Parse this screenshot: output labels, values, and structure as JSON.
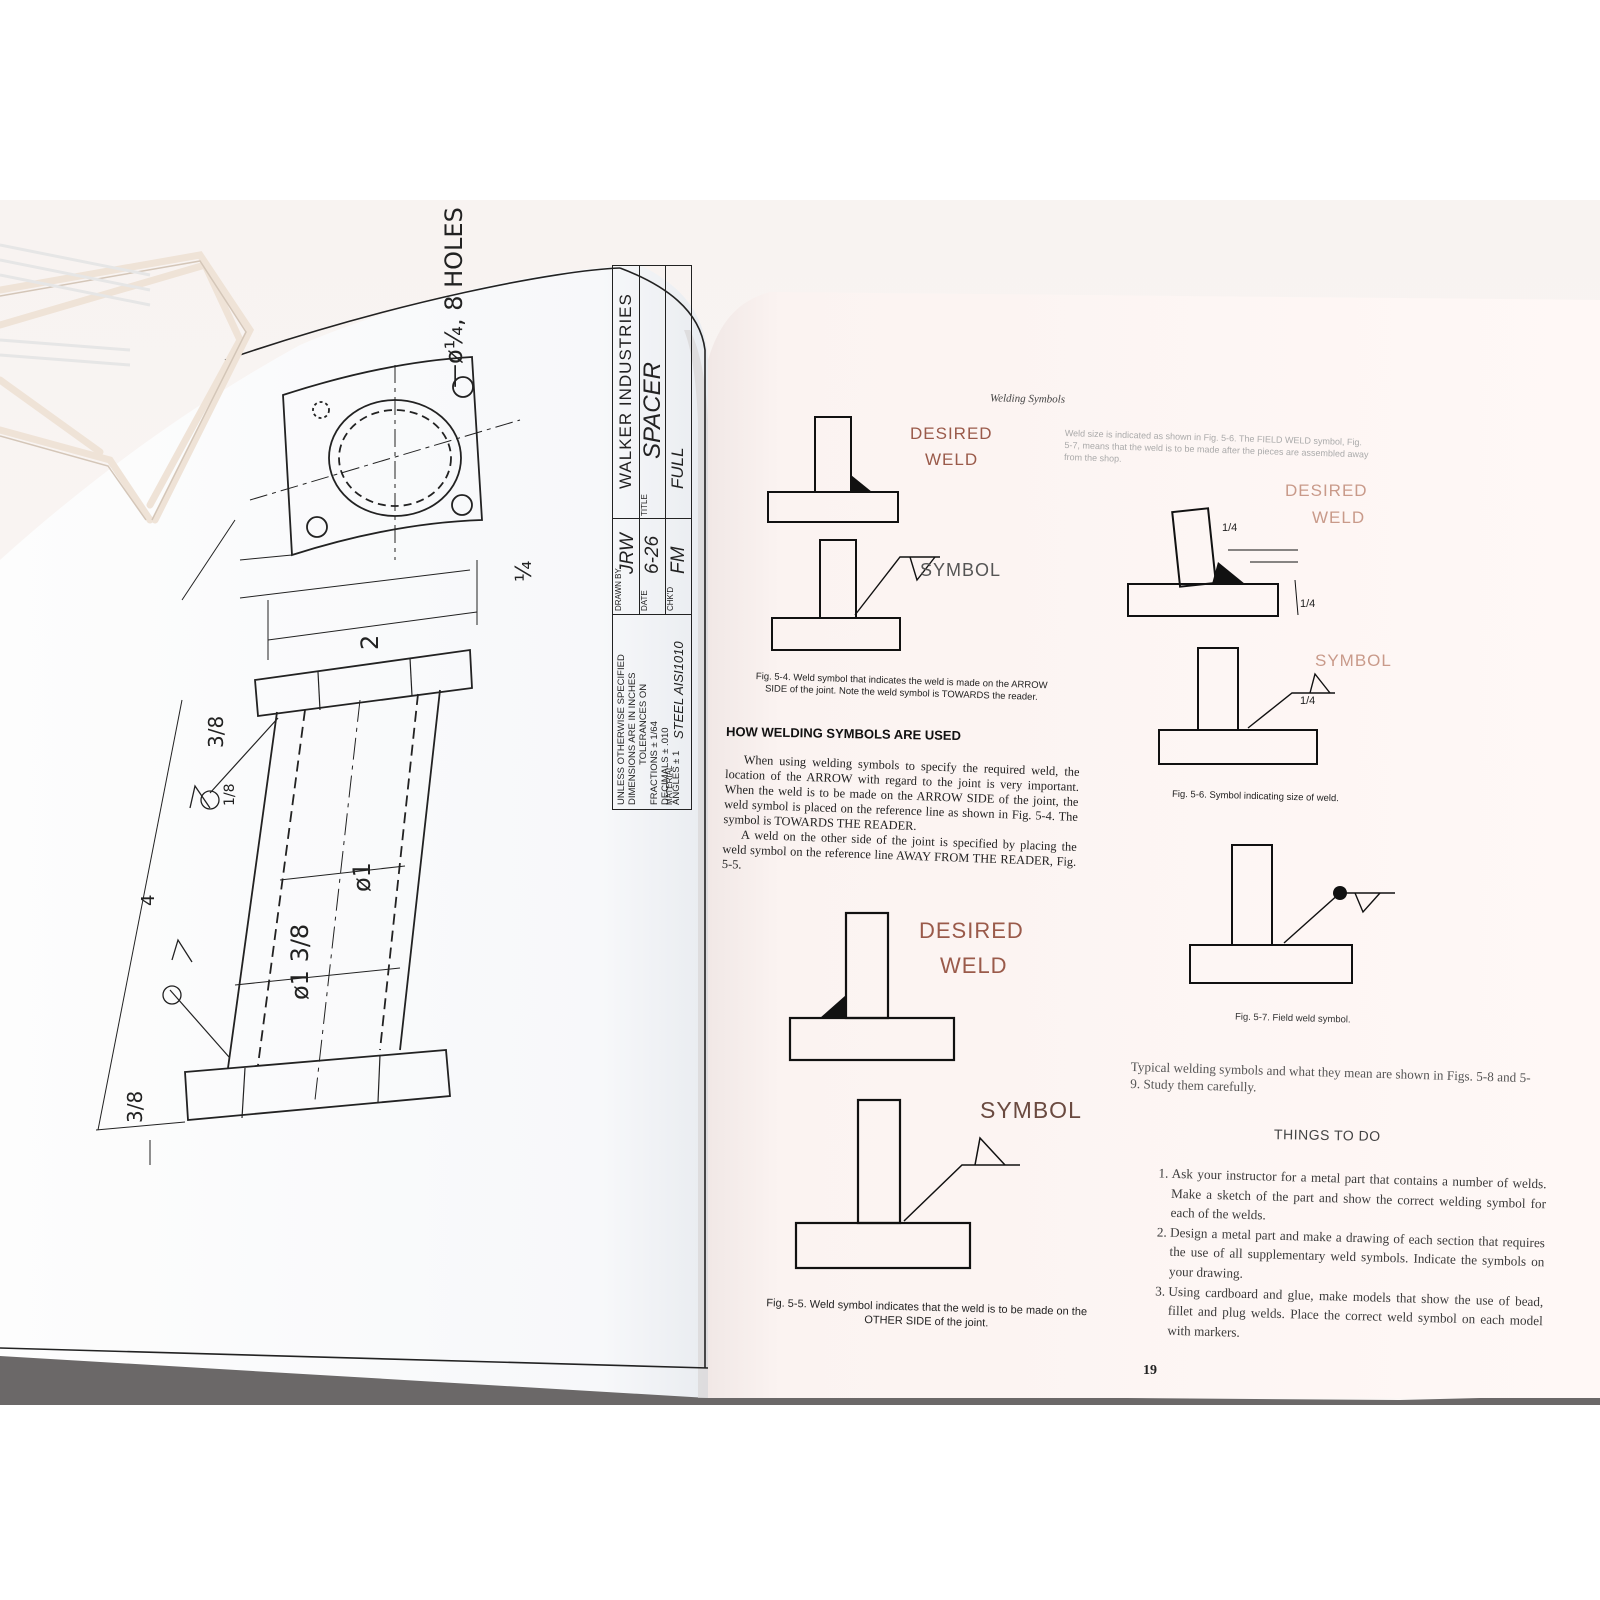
{
  "left_page": {
    "drawing": {
      "holes_note": "—ø¼, 8 HOLES",
      "dim_2": "2",
      "dim_quarter": "¼",
      "dim_three_eighths_a": "3/8",
      "dim_three_eighths_b": "3/8",
      "dim_4": "4",
      "dim_dia_1": "ø1",
      "dim_dia_1_3_8": "ø1 3/8",
      "weld_size_1_8": "1/8"
    },
    "title_block": {
      "tolerance_header": "UNLESS OTHERWISE SPECIFIED DIMENSIONS ARE IN INCHES",
      "tolerances_on": "TOLERANCES ON",
      "fractions": "FRACTIONS ± 1/64",
      "decimals": "DECIMALS ± .010",
      "angles": "ANGLES ± 1",
      "material_label": "MATERIAL",
      "material_value": "STEEL AISI1010",
      "drawn_by_label": "DRAWN BY",
      "drawn_by_value": "JRW",
      "date_label": "DATE",
      "date_value": "6-26",
      "chkd_label": "CHK'D",
      "chkd_value": "FM",
      "company": "WALKER INDUSTRIES",
      "title_label": "TITLE",
      "title_value": "SPACER",
      "scale_value": "FULL"
    }
  },
  "right_page": {
    "running_head": "Welding Symbols",
    "top_note": "Weld size is indicated as shown in Fig. 5-6. The FIELD WELD symbol, Fig. 5-7, means that the weld is to be made after the pieces are assembled away from the shop.",
    "fig54": {
      "label_desired": "DESIRED",
      "label_weld": "WELD",
      "label_symbol": "SYMBOL",
      "caption_line1": "Fig. 5-4.  Weld symbol that indicates the weld is made on the ARROW",
      "caption_line2": "SIDE of the joint. Note the weld symbol is TOWARDS the reader."
    },
    "section_heading": "HOW WELDING SYMBOLS ARE USED",
    "paragraph1": "When using welding symbols to specify the required weld, the location of the ARROW with regard to the joint is very important. When the weld is to be made on the ARROW SIDE of the joint, the weld symbol is placed on the reference line as shown in Fig. 5-4. The symbol is TOWARDS THE READER.",
    "paragraph2": "A weld on the other side of the joint is specified by placing the weld symbol on the reference line AWAY FROM THE READER, Fig. 5-5.",
    "fig55": {
      "label_desired": "DESIRED",
      "label_weld": "WELD",
      "label_symbol": "SYMBOL",
      "caption_line1": "Fig. 5-5.  Weld symbol indicates that the weld is to be made on the",
      "caption_line2": "OTHER SIDE of the joint."
    },
    "fig56": {
      "label_desired": "DESIRED",
      "label_weld": "WELD",
      "label_symbol": "SYMBOL",
      "dim_quarter_a": "1/4",
      "dim_quarter_b": "1/4",
      "dim_quarter_c": "1/4",
      "caption": "Fig. 5-6.  Symbol indicating size of weld."
    },
    "fig57": {
      "caption": "Fig. 5-7.  Field weld symbol."
    },
    "intro_text": "Typical welding symbols and what they mean are shown in Figs. 5-8 and 5-9. Study them carefully.",
    "things_heading": "THINGS TO DO",
    "things": [
      "Ask your instructor for a metal part that contains a number of welds. Make a sketch of the part and show the correct welding symbol for each of the welds.",
      "Design a metal part and make a drawing of each section that requires the use of all supplementary weld symbols. Indicate the symbols on your drawing.",
      "Using cardboard and glue, make models that show the use of bead, fillet and plug welds. Place the correct weld symbol on each model with markers."
    ],
    "page_number": "19"
  }
}
